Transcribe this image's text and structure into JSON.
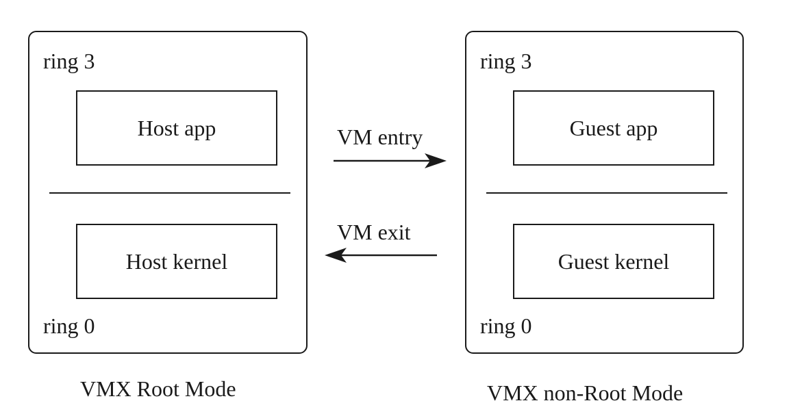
{
  "root_mode": {
    "label": "VMX Root Mode",
    "ring_top": "ring 3",
    "ring_bottom": "ring 0",
    "app": "Host app",
    "kernel": "Host kernel"
  },
  "nonroot_mode": {
    "label": "VMX non-Root Mode",
    "ring_top": "ring 3",
    "ring_bottom": "ring 0",
    "app": "Guest app",
    "kernel": "Guest kernel"
  },
  "transitions": {
    "entry": "VM entry",
    "exit": "VM exit"
  }
}
